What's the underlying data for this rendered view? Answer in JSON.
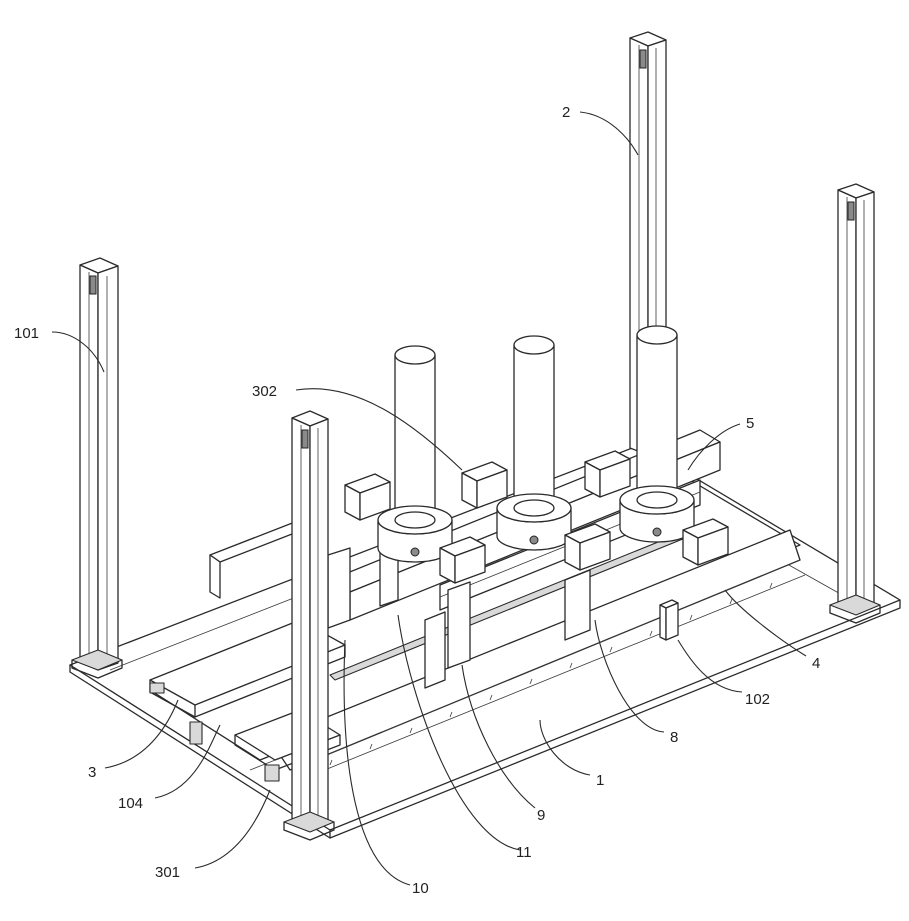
{
  "labels": {
    "l1": "1",
    "l2": "2",
    "l3": "3",
    "l4": "4",
    "l5": "5",
    "l8": "8",
    "l9": "9",
    "l10": "10",
    "l11": "11",
    "l101": "101",
    "l102": "102",
    "l104": "104",
    "l301": "301",
    "l302": "302"
  }
}
